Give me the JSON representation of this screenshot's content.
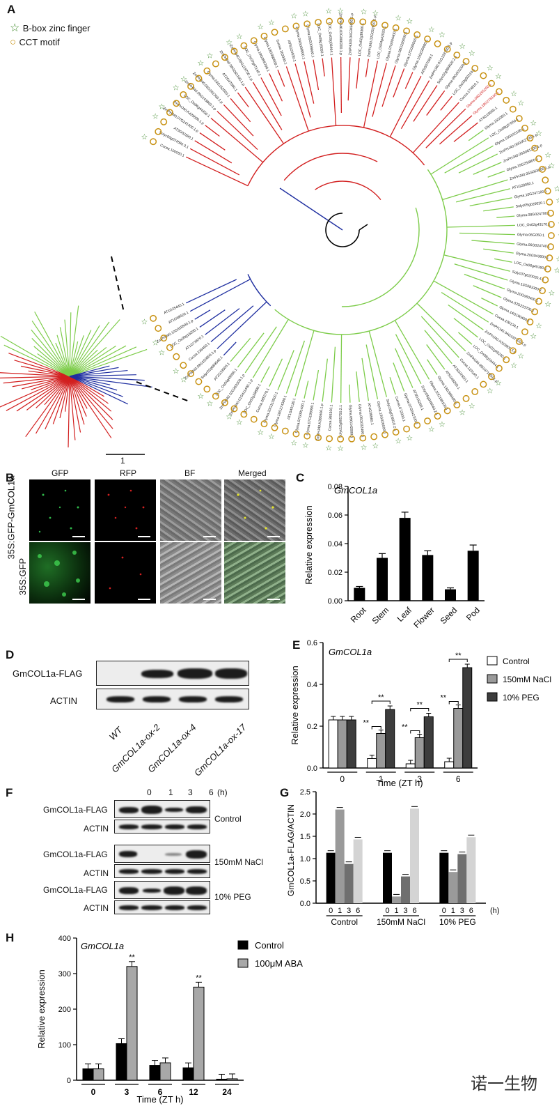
{
  "watermark": "诺一生物",
  "panelA": {
    "label": "A",
    "legend": [
      {
        "icon": "star-icon",
        "text": "B-box zinc finger"
      },
      {
        "icon": "circle-icon",
        "text": "CCT motif"
      }
    ],
    "scale_label": "1",
    "colors": {
      "green": "#7dcc4a",
      "blue": "#1f2fa0",
      "red": "#d21f1f",
      "star": "#3f8a2a",
      "circle": "#c89213"
    },
    "leaves": [
      "Cucsa.100050.1",
      "Solyc06g074560.3.1",
      "AT3G02380.1",
      "ZmPHJ40.07G241400.1.p",
      "ZmPHJ40.K429500.1.p",
      "LOC_Os06g44450.1",
      "ZmPHJ40.09G143800.1.p",
      "ZmPHJ40.05G181200.1.p",
      "Glyma.02G152900.1",
      "AT2G47890.1",
      "ZmPHJ40.09G062100.1.p",
      "ZmPHJ40.06G119700.1.p",
      "LOC_Os07g47140.1",
      "Glyma.19G099700.1",
      "Glyma.19G050600.1",
      "Cucsa.163000.1",
      "AT5G24930.1",
      "Glyma.04G009900.1",
      "Glyma.06G009900.1",
      "LOC_Os08g15050.1",
      "LOC_Os09g06464.1",
      "ZmPHJ40.02G080200.1.p",
      "ZmPHJ40.04G346900.1.p",
      "LOC_Os02g39360.1",
      "ZmPHJ40.02G032600.1.p",
      "LOC_Os04g42020.1",
      "Glyma.07G004400.1",
      "Glyma.08G226600.1",
      "Glyma.17G099500.1",
      "Glyma.15G039000.1",
      "AT5G57660.1",
      "ZmPHJ40.01G128700.1.p",
      "Solyc02g089520.2.1",
      "Glyma.09G001000.1",
      "LOC_Os03g50310.1",
      "Cucsa.174810.1",
      "Glyma.08G255200.1",
      "Glyma.18G278100.1",
      "AT4G15650.1",
      "Glyma.15G050.1",
      "LOC_Os08g27050.1",
      "Glyma.15G015100.1",
      "ZmPHJ40.06G052700.1.p",
      "ZmPHJ40.05G061300.1.p",
      "Glyma.19G256800.1",
      "ZmPHJ40.05G063800.1.p",
      "AT1G28050.1",
      "Glyma.10G247100.1",
      "Solyc05g020020.1",
      "Glyma.08G024700.1",
      "LOC_Os02g43170.1",
      "Glyma.06G050.1",
      "Glyma.06G024740.1",
      "Glyma.20G043600.1",
      "LOC_Os06g45160.1",
      "Solyc07g020020.4.1",
      "Glyma.13G093300.1",
      "Glyma.20G060400.1",
      "Glyma.02G223700.1",
      "Glyma.14G190400.1",
      "Cucsa.100130.1",
      "ZmPHJ40.04G192700.1.p",
      "ZmPHJ40.K315900.1.p",
      "LOC_Os02g49230.1",
      "LOC_Os06g19444.1",
      "ZmPHJ40.09G071500.1.p",
      "Cucsa.120160.1",
      "AT3G07650.1",
      "AT5G48250.1",
      "Glyma.13G306400.1",
      "Glyma.10G196100.1",
      "Solyc05g046040.2.1",
      "AT3G15260.1",
      "Glyma.07G042100.1",
      "Cucsa.072000.1",
      "Solyc05g009310.2.1",
      "Glyma.13G026500.1",
      "AT4G38960.1",
      "Glyma.05G032400.1",
      "Glyma.09G142000.1",
      "Solyc12g005750.2.1",
      "Cucsa.365300.1",
      "ZmPHJ40.K386600.1.p",
      "Glyma.07G198000.1",
      "Glyma.07G091400.1",
      "AT1G49130.1",
      "Glyma.18G274300.1",
      "Glyma.20G110500.1",
      "Cucsa.285270.1",
      "LOC_Os02g38890.1",
      "ZmPHJ40.01G411400.1.p",
      "ZmPHJ40.10G382300.1.p",
      "LOC_Os04g45690.1",
      "AT2G33500.1",
      "Solyc02g089540.1",
      "ZmPHJ40.08G150800.1.p",
      "Cucsa.136490.1",
      "AT1G73870.1",
      "LOC_Os09g16200.1",
      "ZmPHJ40.10G028900.1.p",
      "AT1G68520.1",
      "AT1G25440.1"
    ]
  },
  "panelB": {
    "label": "B",
    "columns": [
      "GFP",
      "RFP",
      "BF",
      "Merged"
    ],
    "rows": [
      "35S:GFP-GmCOL1a",
      "35S:GFP"
    ]
  },
  "panelC": {
    "label": "C",
    "chart_data": {
      "type": "bar",
      "title": "GmCOL1a",
      "ylabel": "Relative expression",
      "categories": [
        "Root",
        "Stem",
        "Leaf",
        "Flower",
        "Seed",
        "Pod"
      ],
      "values": [
        0.009,
        0.03,
        0.058,
        0.032,
        0.008,
        0.035
      ],
      "errors": [
        0.001,
        0.003,
        0.004,
        0.003,
        0.001,
        0.004
      ],
      "ylim": [
        0,
        0.08
      ],
      "yticks": [
        "0.00",
        "0.02",
        "0.04",
        "0.06",
        "0.08"
      ]
    }
  },
  "panelD": {
    "label": "D",
    "rows": [
      "GmCOL1a-FLAG",
      "ACTIN"
    ],
    "lanes": [
      "WT",
      "GmCOL1a-ox-2",
      "GmCOL1a-ox-4",
      "GmCOL1a-ox-17"
    ]
  },
  "panelE": {
    "label": "E",
    "chart_data": {
      "type": "bar",
      "title": "GmCOL1a",
      "ylabel": "Relative expression",
      "xlabel": "Time (ZT h)",
      "categories": [
        "0",
        "1",
        "3",
        "6"
      ],
      "series": [
        {
          "name": "Control",
          "color": "#ffffff",
          "values": [
            0.23,
            0.045,
            0.02,
            0.03
          ]
        },
        {
          "name": "150mM NaCl",
          "color": "#9a9a9a",
          "values": [
            0.23,
            0.165,
            0.145,
            0.285
          ]
        },
        {
          "name": "10% PEG",
          "color": "#3d3d3d",
          "values": [
            0.23,
            0.28,
            0.245,
            0.48
          ]
        }
      ],
      "ylim": [
        0,
        0.6
      ],
      "yticks": [
        "0.0",
        "0.2",
        "0.4",
        "0.6"
      ],
      "significance": "**"
    }
  },
  "panelF": {
    "label": "F",
    "times": [
      "0",
      "1",
      "3",
      "6",
      "(h)"
    ],
    "blots": [
      {
        "top": "GmCOL1a-FLAG",
        "bottom": "ACTIN",
        "condition": "Control"
      },
      {
        "top": "GmCOL1a-FLAG",
        "bottom": "ACTIN",
        "condition": "150mM NaCl"
      },
      {
        "top": "GmCOL1a-FLAG",
        "bottom": "ACTIN",
        "condition": "10% PEG"
      }
    ]
  },
  "panelG": {
    "label": "G",
    "chart_data": {
      "type": "bar",
      "ylabel": "GmCOL1a-FLAG/ACTIN",
      "groups": [
        "Control",
        "150mM NaCl",
        "10% PEG"
      ],
      "timepoints": [
        "0",
        "1",
        "3",
        "6"
      ],
      "unit": "(h)",
      "values": [
        [
          1.13,
          2.1,
          0.88,
          1.43
        ],
        [
          1.13,
          0.15,
          0.6,
          2.12
        ],
        [
          1.13,
          0.7,
          1.1,
          1.48
        ]
      ],
      "colors": [
        "#000000",
        "#9a9a9a",
        "#6f6f6f",
        "#d4d4d4"
      ],
      "ylim": [
        0,
        2.5
      ],
      "yticks": [
        "0.0",
        "0.5",
        "1.0",
        "1.5",
        "2.0",
        "2.5"
      ]
    }
  },
  "panelH": {
    "label": "H",
    "chart_data": {
      "type": "bar",
      "title": "GmCOL1a",
      "ylabel": "Relative expression",
      "xlabel": "Time (ZT h)",
      "categories": [
        "0",
        "3",
        "6",
        "12",
        "24"
      ],
      "series": [
        {
          "name": "Control",
          "color": "#000000",
          "values": [
            32,
            103,
            42,
            35,
            3
          ]
        },
        {
          "name": "100μM ABA",
          "color": "#a8a8a8",
          "values": [
            32,
            320,
            49,
            262,
            4
          ]
        }
      ],
      "ylim": [
        0,
        400
      ],
      "yticks": [
        "0",
        "100",
        "200",
        "300",
        "400"
      ],
      "significance": "**"
    }
  }
}
